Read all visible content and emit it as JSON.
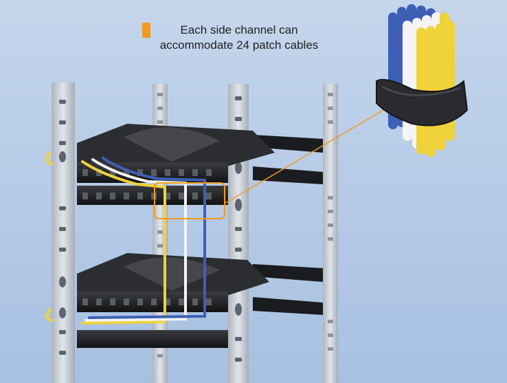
{
  "caption": {
    "line1": "Each side channel can",
    "line2": "accommodate 24 patch cables"
  },
  "colors": {
    "background": "#b9cde8",
    "accent_orange": "#f39a1c",
    "rail_steel": "#c9ced6",
    "tray_black": "#1e1f22",
    "cable_yellow": "#f0d23a",
    "cable_white": "#f4f4f4",
    "cable_blue": "#3e5fb6"
  },
  "icons": {
    "marker": "orange-square",
    "detail": "zoomed-cable-bundle"
  }
}
